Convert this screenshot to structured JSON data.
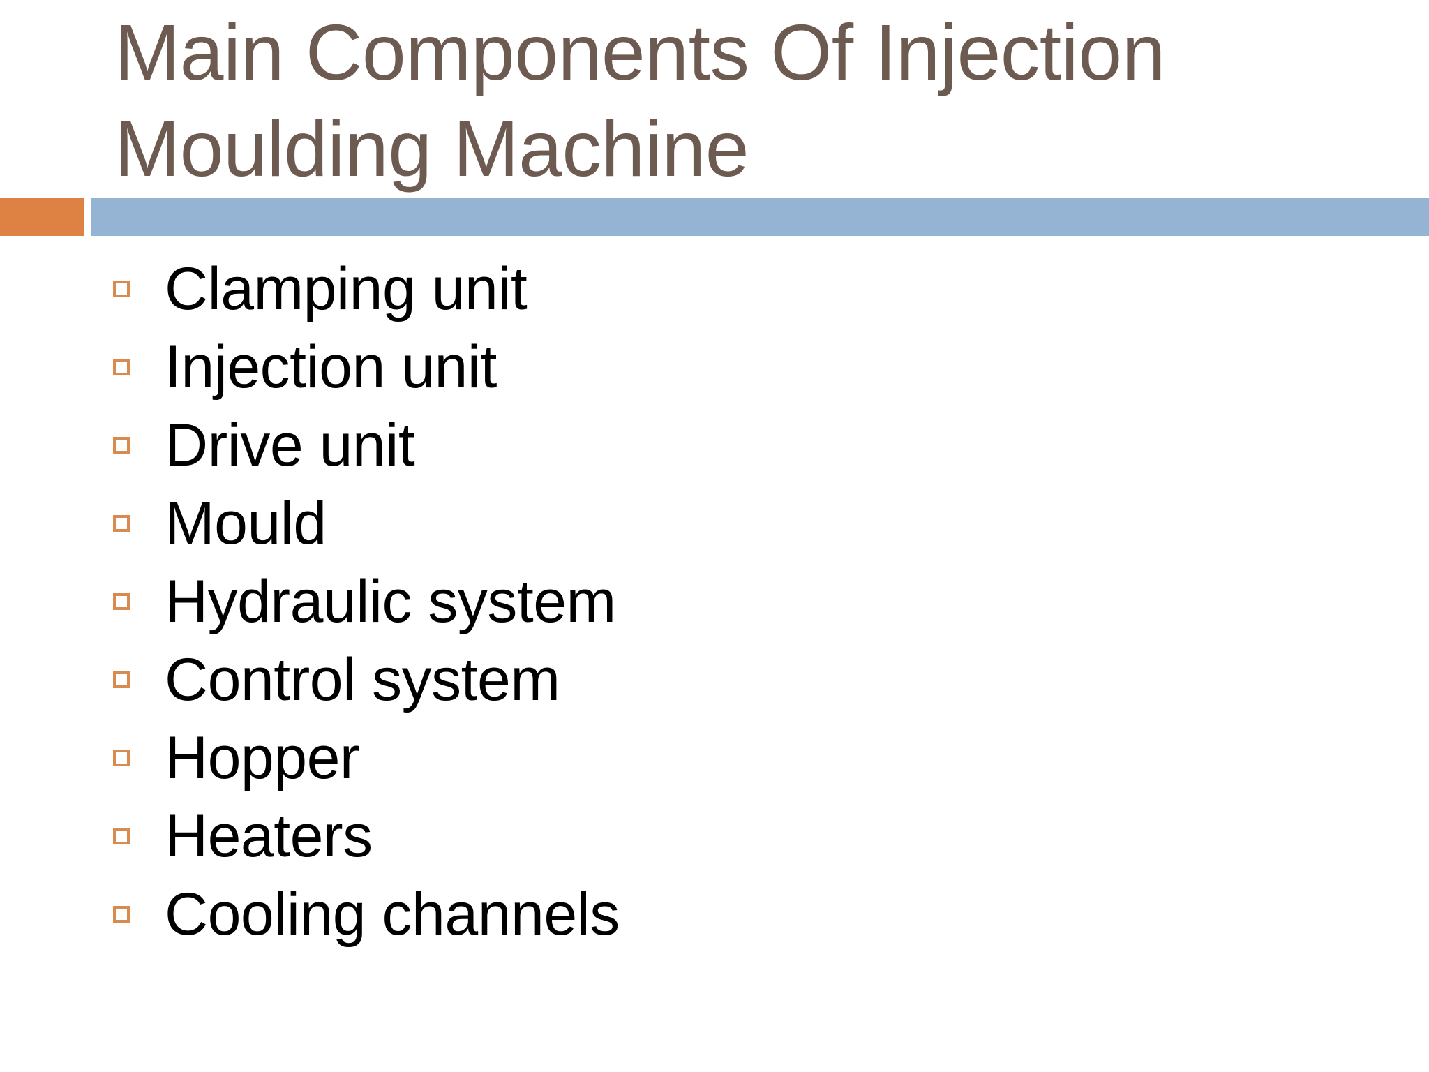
{
  "slide": {
    "title": "Main Components Of Injection Moulding Machine",
    "title_line_1": "Main Components Of Injection",
    "title_line_2": "Moulding Machine",
    "title_color": "#6D5A51",
    "background_color": "#FFFFFF",
    "accent_bar": {
      "left_segment_color": "#DE8244",
      "right_segment_color": "#95B3D2"
    },
    "bullet": {
      "glyph": "empty-square",
      "color": "#D98A4E"
    },
    "items": [
      {
        "label": "Clamping unit"
      },
      {
        "label": "Injection unit"
      },
      {
        "label": "Drive unit"
      },
      {
        "label": "Mould"
      },
      {
        "label": "Hydraulic system"
      },
      {
        "label": "Control system"
      },
      {
        "label": "Hopper"
      },
      {
        "label": "Heaters"
      },
      {
        "label": "Cooling channels"
      }
    ]
  }
}
